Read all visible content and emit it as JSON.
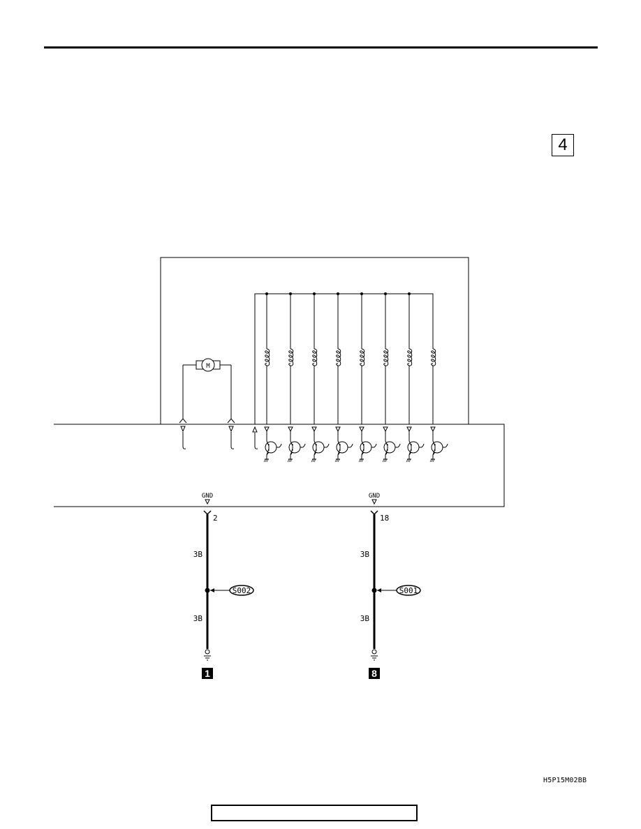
{
  "page": {
    "page_number": "4",
    "figure_code": "H5P15M02BB"
  },
  "ground_circuits": [
    {
      "gnd_label": "GND",
      "terminal": "2",
      "wire_upper": "3B",
      "splice": "S002",
      "wire_lower": "3B",
      "ground_point": "1"
    },
    {
      "gnd_label": "GND",
      "terminal": "18",
      "wire_upper": "3B",
      "splice": "S001",
      "wire_lower": "3B",
      "ground_point": "8"
    }
  ],
  "motor": {
    "symbol": "M"
  },
  "icons": {
    "motor": "motor-icon",
    "coil": "relay-coil-icon",
    "transistor": "transistor-icon",
    "ground": "ground-icon"
  }
}
